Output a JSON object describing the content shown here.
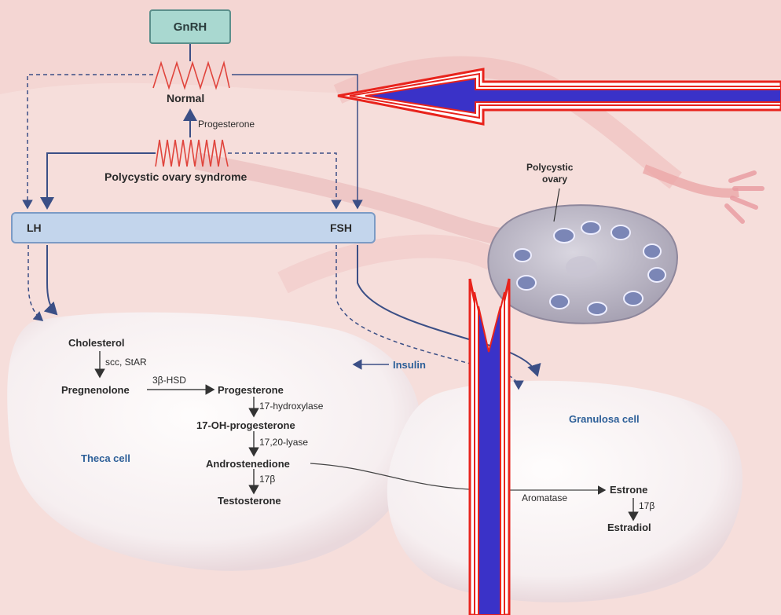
{
  "hormones": {
    "gnrh": "GnRH",
    "lh": "LH",
    "fsh": "FSH"
  },
  "pulse_labels": {
    "normal": "Normal",
    "progesterone": "Progesterone",
    "pcos": "Polycystic ovary syndrome"
  },
  "ovary_label": {
    "line1": "Polycystic",
    "line2": "ovary"
  },
  "theca": {
    "cell_label": "Theca cell",
    "cholesterol": "Cholesterol",
    "enzyme1": "scc, StAR",
    "pregnenolone": "Pregnenolone",
    "enzyme2": "3β-HSD",
    "progesterone": "Progesterone",
    "enzyme3": "17-hydroxylase",
    "oh_progesterone": "17-OH-progesterone",
    "enzyme4": "17,20-lyase",
    "androstenedione": "Androstenedione",
    "enzyme5": "17β",
    "testosterone": "Testosterone"
  },
  "insulin": "Insulin",
  "granulosa": {
    "cell_label": "Granulosa cell",
    "aromatase": "Aromatase",
    "estrone": "Estrone",
    "enzyme": "17β",
    "estradiol": "Estradiol"
  },
  "colors": {
    "arrow_fill": "#3a32c8",
    "arrow_outline": "#e8231c",
    "gnrh_box": "#a9d8d0",
    "lh_fsh_bar": "#c3d5ec",
    "cell_text": "#2d5f98"
  }
}
